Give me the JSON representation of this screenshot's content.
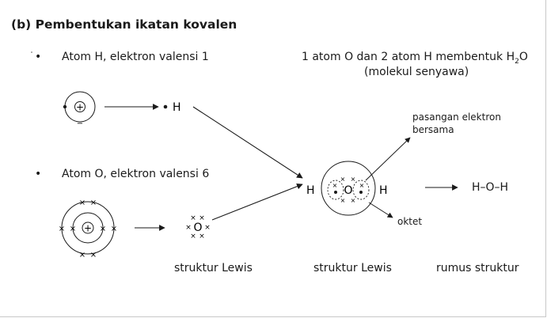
{
  "heading": "(b) Pembentukan ikatan kovalen",
  "bullet_glyph": "•",
  "atom_h_label": "Atom H, elektron valensi 1",
  "atom_o_label": "Atom O, elektron valensi 6",
  "molecule_title_prefix": "1 atom O dan 2 atom H membentuk H",
  "molecule_title_sub": "2",
  "molecule_title_suffix": "O",
  "molecule_subtitle": "(molekul senyawa)",
  "shared_pair_label_line1": "pasangan elektron",
  "shared_pair_label_line2": "bersama",
  "octet_label": "oktet",
  "lewis_label_left": "struktur Lewis",
  "lewis_label_middle": "struktur Lewis",
  "structural_formula_label": "rumus struktur",
  "structural_formula": "H–O–H",
  "h_symbol": "H",
  "o_symbol": "O",
  "nucleus_symbol": "+",
  "electron_cross": "×",
  "electron_dot": "•",
  "minus_symbol": "−"
}
